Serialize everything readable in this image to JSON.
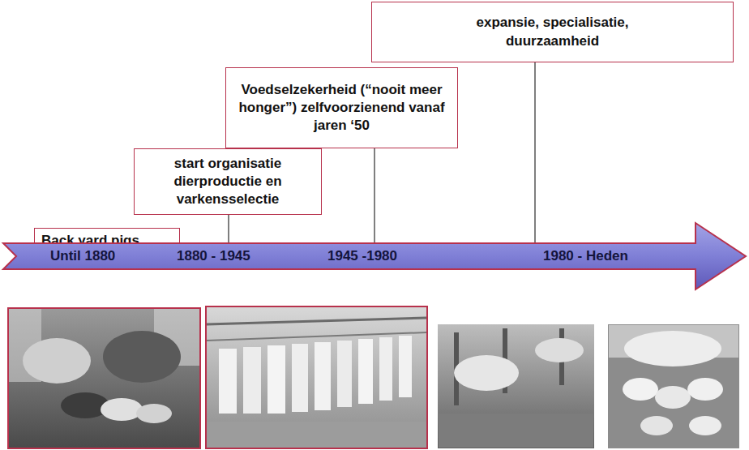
{
  "diagram": {
    "nodes": [
      {
        "text": [
          "Back yard pigs"
        ]
      },
      {
        "text": [
          "start organisatie dierproductie en varkensselectie"
        ]
      },
      {
        "text": [
          "Voedselzekerheid (“nooit meer honger”) zelfvoorzienend vanaf jaren ‘50"
        ]
      },
      {
        "text": [
          "expansie, specialisatie, duurzaamheid"
        ]
      },
      {
        "text": [
          "Until 1880",
          "1880 - 1945",
          "1945 -1980",
          "1980 - Heden"
        ]
      }
    ],
    "edges": [
      {
        "from": 1,
        "to": 4,
        "arrow": "none"
      },
      {
        "from": 2,
        "to": 4,
        "arrow": "none"
      },
      {
        "from": 3,
        "to": 4,
        "arrow": "none"
      }
    ]
  }
}
